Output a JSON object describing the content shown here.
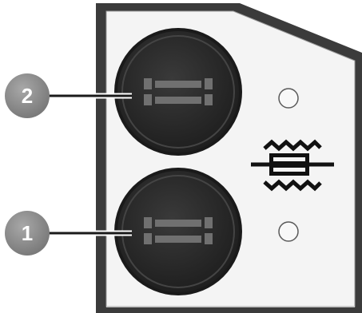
{
  "callouts": [
    {
      "number": "2",
      "target": "fuse-holder-top"
    },
    {
      "number": "1",
      "target": "fuse-holder-bottom"
    }
  ],
  "icons": {
    "fuse_symbol": "fuse-icon",
    "indicator_led": "led-indicator-icon"
  },
  "colors": {
    "panel_outer": "#3a3a3a",
    "panel_face": "#f4f4f4",
    "fuse_holder": "#2c2c2c",
    "fuse_bars": "#6e6e6e",
    "callout_badge": "#8e8e8e",
    "leader_line": "#1a1a1a"
  }
}
